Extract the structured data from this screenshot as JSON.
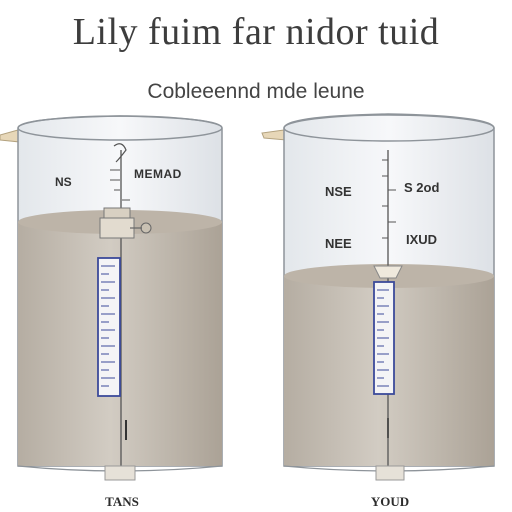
{
  "header": {
    "title": "Lily fuim far nidor tuid",
    "subtitle": "Cobleeennd mde leune"
  },
  "beakers": [
    {
      "upper_labels": [
        "NS",
        "MEMAD"
      ],
      "lower_labels": [],
      "caption": "TANS"
    },
    {
      "upper_labels": [
        "NSE",
        "S 2od"
      ],
      "lower_labels": [
        "NEE",
        "IXUD"
      ],
      "caption": "YOUD"
    }
  ],
  "colors": {
    "liquid": "#c7c1b8",
    "liquid_top": "#b9b0a4",
    "glass": "#eef1f4",
    "outline": "#8e949a",
    "scale_frame": "#3b4a9a"
  }
}
